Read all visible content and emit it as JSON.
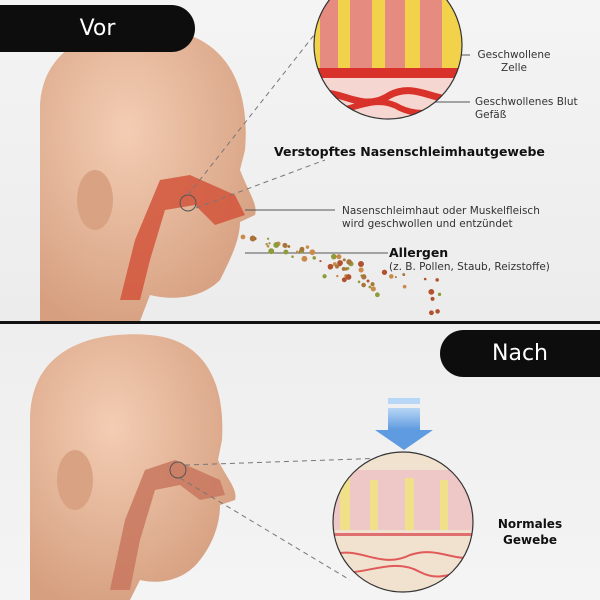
{
  "before": {
    "badge": "Vor",
    "title": "Verstopftes Nasenschleimhautgewebe",
    "label_cell": [
      "Geschwollene",
      "Zelle"
    ],
    "label_vessel": [
      "Geschwollenes Blut",
      "Gefäß"
    ],
    "label_mucosa": [
      "Nasenschleimhaut oder Muskelfleisch",
      "wird geschwollen und entzündet"
    ],
    "allergen_title": "Allergen",
    "allergen_sub": "(z. B. Pollen, Staub, Reizstoffe)"
  },
  "after": {
    "badge": "Nach",
    "label_normal": [
      "Normales",
      "Gewebe"
    ]
  },
  "colors": {
    "badge": "#0d0d0d",
    "skin": "#e9b99b",
    "tissue_red": "#d9322a",
    "arrow_blue": "#6fa8e6"
  }
}
